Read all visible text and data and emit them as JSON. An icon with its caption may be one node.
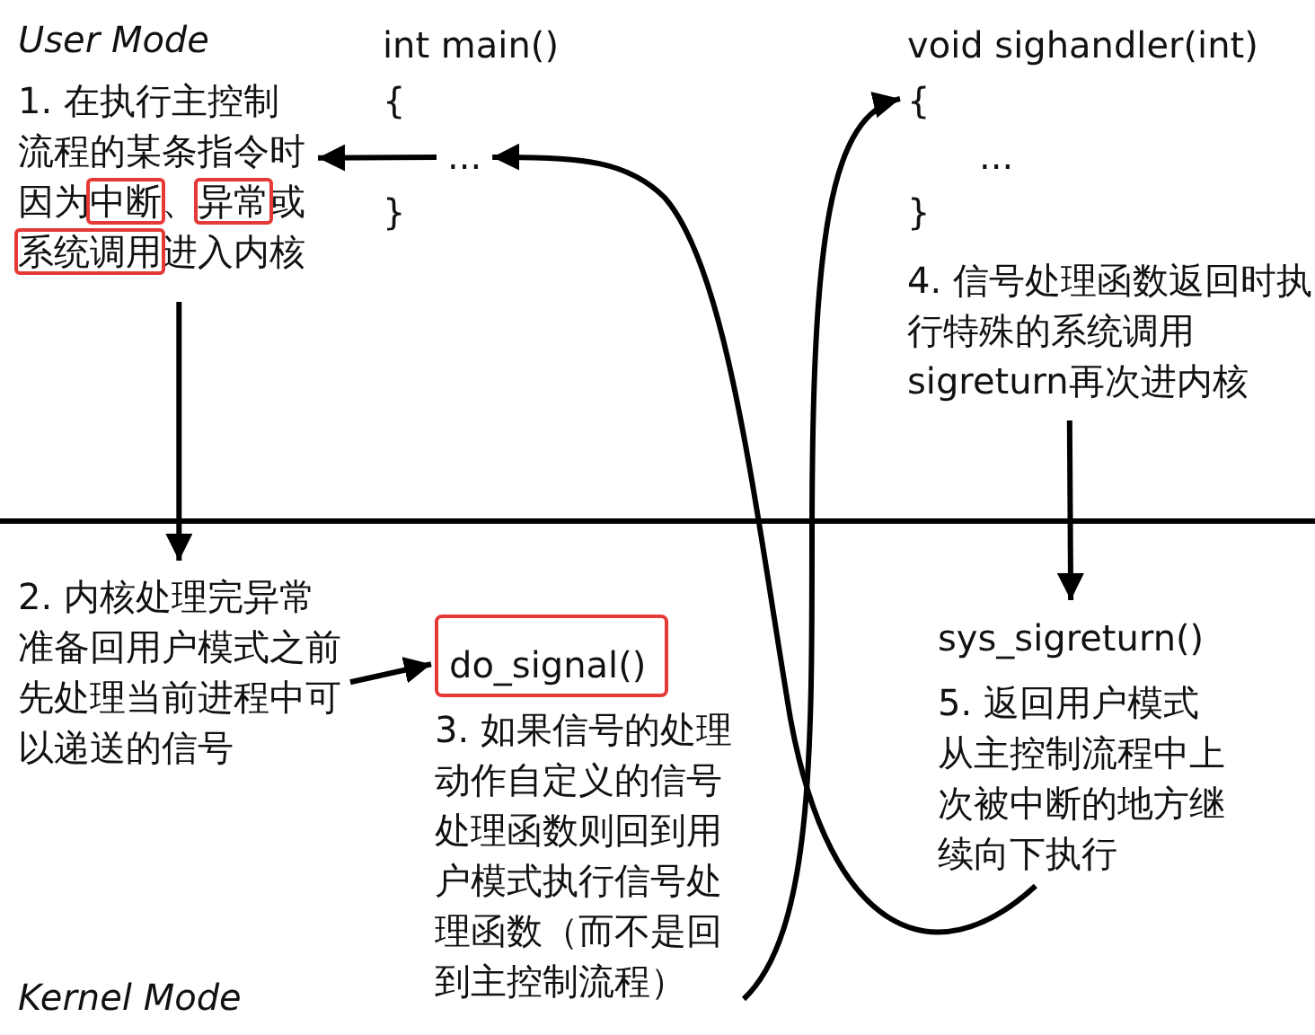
{
  "diagram": {
    "nodes": [
      {
        "text": [
          "1. 在执行主控制流程的某条指令时因为中断、异常或系统调用进入内核"
        ]
      },
      {
        "text": [
          "int main()",
          "{",
          "...",
          "}"
        ]
      },
      {
        "text": [
          "void sighandler(int)",
          "{",
          "...",
          "}"
        ]
      },
      {
        "text": [
          "4. 信号处理函数返回时执行特殊的系统调用sigreturn再次进内核"
        ]
      },
      {
        "text": [
          "2. 内核处理完异常准备回用户模式之前先处理当前进程中可以递送的信号"
        ]
      },
      {
        "text": [
          "do_signal()"
        ],
        "beside": [
          "3. 如果信号的处理动作自定义的信号处理函数则回到用户模式执行信号处理函数（而不是回到主控制流程）"
        ]
      },
      {
        "text": [
          "sys_sigreturn()"
        ],
        "beside": [
          "5. 返回用户模式从主控制流程中上次被中断的地方继续向下执行"
        ]
      }
    ],
    "edges": [
      {
        "from": 1,
        "to": 0,
        "arrow": "to"
      },
      {
        "from": 0,
        "to": 4,
        "arrow": "to"
      },
      {
        "from": 4,
        "to": 5,
        "arrow": "to"
      },
      {
        "from": 5,
        "to": 2,
        "arrow": "to"
      },
      {
        "from": 3,
        "to": 6,
        "arrow": "to"
      },
      {
        "from": 6,
        "to": 1,
        "arrow": "to"
      }
    ],
    "labels": [
      "User Mode",
      "Kernel Mode"
    ]
  }
}
